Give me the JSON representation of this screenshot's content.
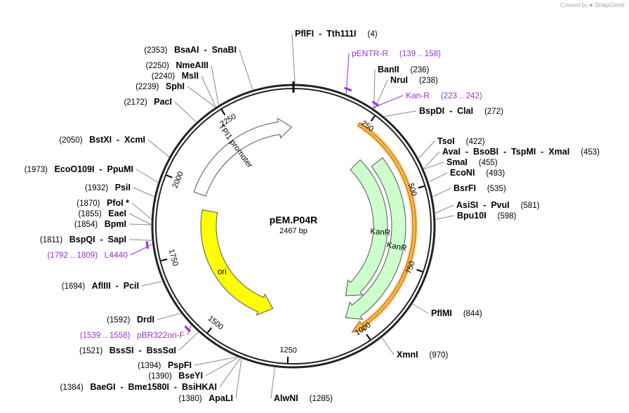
{
  "watermark": {
    "prefix": "Created by",
    "brand": "SnapGene"
  },
  "plasmid": {
    "name": "pEM.P04R",
    "length_label": "2467 bp",
    "length": 2467
  },
  "ruler_ticks": [
    "250",
    "500",
    "750",
    "1000",
    "1250",
    "1500",
    "1750",
    "2000",
    "2250"
  ],
  "features": [
    {
      "name": "KanR",
      "start": 310,
      "end": 980,
      "strand": "+",
      "type": "CDS",
      "color": "#ccffcc"
    },
    {
      "name": "KanR",
      "start": 360,
      "end": 1030,
      "strand": "+",
      "type": "CDS",
      "color": "#ccffcc"
    },
    {
      "name": "Kan-R",
      "start": 223,
      "end": 1035,
      "strand": "+",
      "type": "primer_region",
      "color": "#f7b24a"
    },
    {
      "name": "ori",
      "start": 1330,
      "end": 1920,
      "strand": "-",
      "type": "rep_origin",
      "color": "#ffff00"
    },
    {
      "name": "TPI1 promoter",
      "start": 1980,
      "end": 2460,
      "strand": "+",
      "type": "promoter",
      "color": "#ffffff"
    }
  ],
  "sites": [
    {
      "name": "PflFI",
      "extra": "Tth111I",
      "pos": "(4)"
    },
    {
      "name": "BanII",
      "pos": "(236)"
    },
    {
      "name": "NruI",
      "pos": "(238)"
    },
    {
      "name": "BspDI",
      "extra": "ClaI",
      "pos": "(272)"
    },
    {
      "name": "TsoI",
      "pos": "(422)"
    },
    {
      "name": "AvaI",
      "extra": "BsoBI  -  TspMI  -  XmaI",
      "pos": "(453)"
    },
    {
      "name": "SmaI",
      "pos": "(455)"
    },
    {
      "name": "EcoNI",
      "pos": "(493)"
    },
    {
      "name": "BsrFI",
      "pos": "(535)"
    },
    {
      "name": "AsiSI",
      "extra": "PvuI",
      "pos": "(581)"
    },
    {
      "name": "Bpu10I",
      "pos": "(598)"
    },
    {
      "name": "PflMI",
      "pos": "(844)"
    },
    {
      "name": "XmnI",
      "pos": "(970)"
    },
    {
      "name": "AlwNI",
      "pos": "(1285)"
    },
    {
      "name": "ApaLI",
      "pos": "(1380)"
    },
    {
      "name": "BaeGI",
      "extra": "Bme1580I  -  BsiHKAI",
      "pos": "(1384)"
    },
    {
      "name": "BseYI",
      "pos": "(1390)"
    },
    {
      "name": "PspFI",
      "pos": "(1394)"
    },
    {
      "name": "BssSI",
      "extra": "BssSαI",
      "pos": "(1521)"
    },
    {
      "name": "DrdI",
      "pos": "(1592)"
    },
    {
      "name": "AflIII",
      "extra": "PciI",
      "pos": "(1694)"
    },
    {
      "name": "BspQI",
      "extra": "SapI",
      "pos": "(1811)"
    },
    {
      "name": "BpmI",
      "pos": "(1854)"
    },
    {
      "name": "EaeI",
      "pos": "(1855)"
    },
    {
      "name": "PfoI *",
      "pos": "(1870)"
    },
    {
      "name": "PsiI",
      "pos": "(1932)"
    },
    {
      "name": "EcoO109I",
      "extra": "PpuMI",
      "pos": "(1973)"
    },
    {
      "name": "BstXI",
      "extra": "XcmI",
      "pos": "(2050)"
    },
    {
      "name": "PacI",
      "pos": "(2172)"
    },
    {
      "name": "SphI",
      "pos": "(2239)"
    },
    {
      "name": "MslI",
      "pos": "(2240)"
    },
    {
      "name": "NmeAIII",
      "pos": "(2250)"
    },
    {
      "name": "BsaAI",
      "extra": "SnaBI",
      "pos": "(2353)"
    }
  ],
  "primers": [
    {
      "name": "pENTR-R",
      "pos": "(139 .. 158)"
    },
    {
      "name": "Kan-R",
      "pos": "(223 .. 242)"
    },
    {
      "name": "L4440",
      "pos": "(1792 .. 1809)"
    },
    {
      "name": "pBR322ori-F",
      "pos": "(1539 .. 1558)"
    }
  ]
}
